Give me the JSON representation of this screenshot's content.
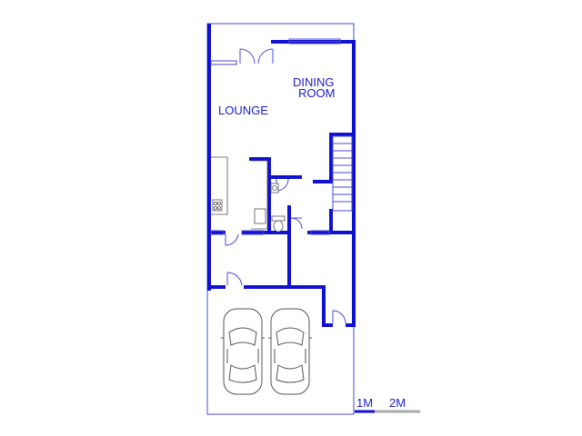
{
  "rooms": {
    "lounge": "LOUNGE",
    "dining_line1": "DINING",
    "dining_line2": "ROOM"
  },
  "scale": {
    "label_1m": "1M",
    "label_2m": "2M"
  },
  "colors": {
    "wall": "#1010d0",
    "text": "#1a1acc",
    "fixture": "#555555",
    "scale_grey": "#aaaaaa"
  }
}
